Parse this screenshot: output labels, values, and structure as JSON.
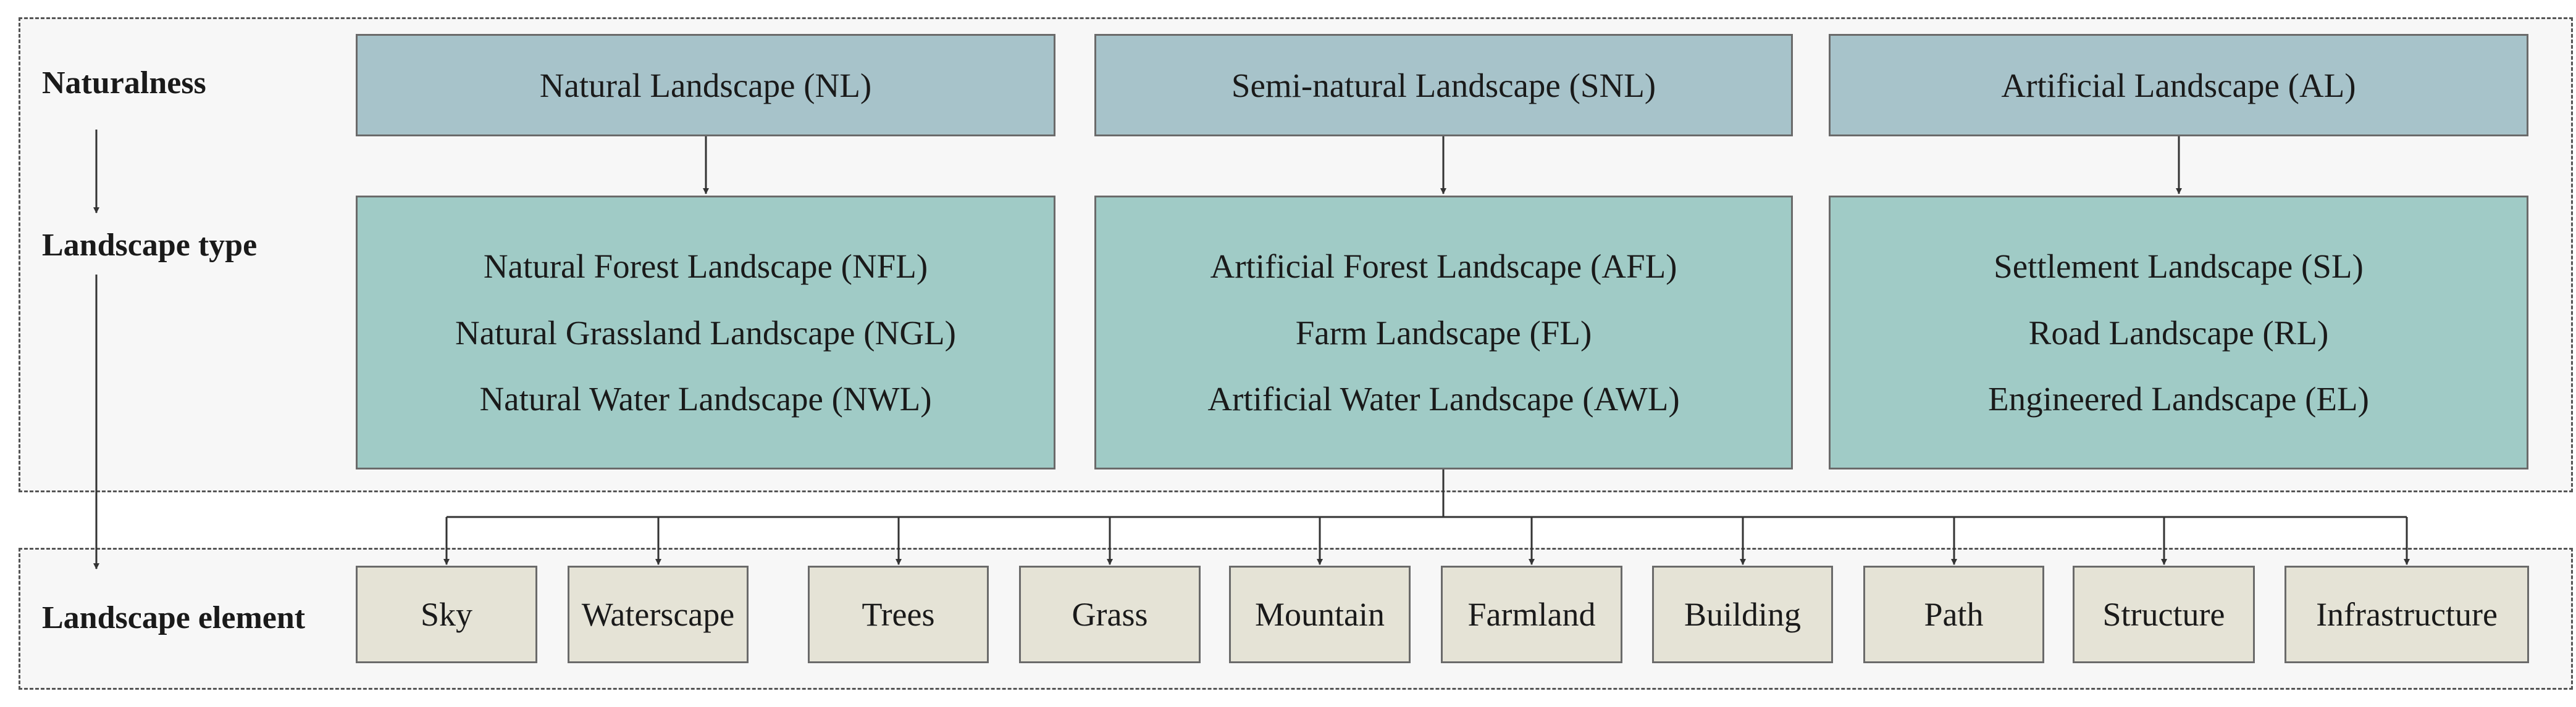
{
  "diagram": {
    "row_labels": {
      "naturalness": "Naturalness",
      "landscape_type": "Landscape type",
      "landscape_element": "Landscape element"
    },
    "naturalness_boxes": [
      "Natural Landscape (NL)",
      "Semi-natural Landscape (SNL)",
      "Artificial Landscape (AL)"
    ],
    "type_boxes": [
      {
        "items": [
          "Natural Forest Landscape (NFL)",
          "Natural Grassland Landscape (NGL)",
          "Natural Water Landscape (NWL)"
        ]
      },
      {
        "items": [
          "Artificial Forest Landscape (AFL)",
          "Farm Landscape (FL)",
          "Artificial Water Landscape (AWL)"
        ]
      },
      {
        "items": [
          "Settlement Landscape (SL)",
          "Road Landscape (RL)",
          "Engineered Landscape (EL)"
        ]
      }
    ],
    "elements": [
      "Sky",
      "Waterscape",
      "Trees",
      "Grass",
      "Mountain",
      "Farmland",
      "Building",
      "Path",
      "Structure",
      "Infrastructure"
    ],
    "colors": {
      "naturalness_fill": "#a7c3ca",
      "type_fill": "#a0cbc6",
      "element_fill": "#e5e3d6",
      "panel_fill": "#f7f7f7",
      "border": "#6a6a6a",
      "connector": "#333333"
    }
  }
}
